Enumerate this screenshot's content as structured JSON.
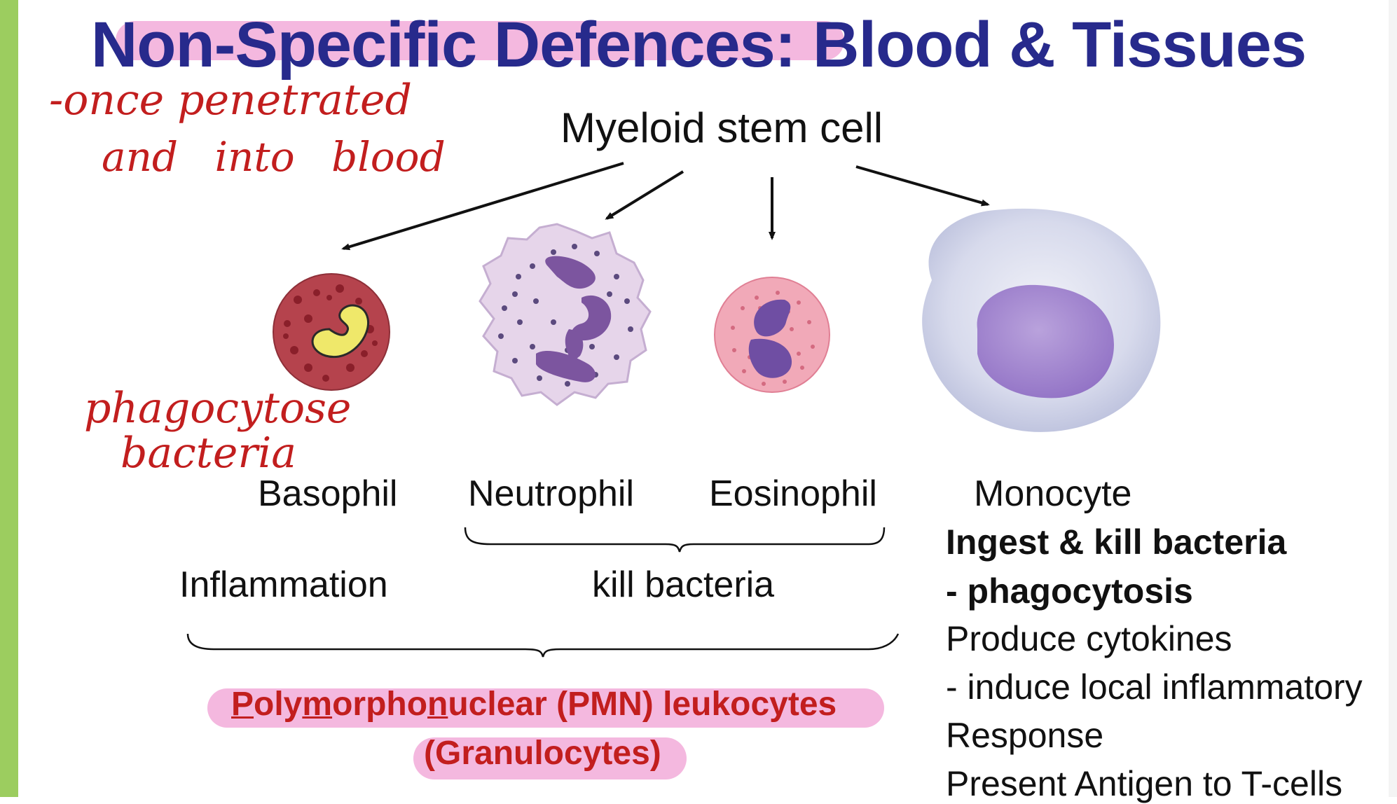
{
  "title": "Non-Specific Defences: Blood & Tissues",
  "handwritten_notes": {
    "line1": "-once penetrated",
    "line2": "and into blood",
    "line3": "phagocytose",
    "line4": "bacteria"
  },
  "stem_cell": "Myeloid stem cell",
  "cells": {
    "basophil": "Basophil",
    "neutrophil": "Neutrophil",
    "eosinophil": "Eosinophil",
    "monocyte": "Monocyte"
  },
  "roles": {
    "inflammation": "Inflammation",
    "kill": "kill bacteria"
  },
  "monocyte_functions": [
    "Ingest & kill bacteria",
    "- phagocytosis",
    "Produce cytokines",
    "- induce local inflammatory",
    "Response",
    "Present Antigen to T-cells"
  ],
  "pmn": {
    "p": "P",
    "part1": "oly",
    "m": "m",
    "part2": "orpho",
    "n": "n",
    "part3": "uclear (PMN) leukocytes",
    "line2": "(Granulocytes)"
  },
  "colors": {
    "title": "#272a8c",
    "handwriting": "#c21e1e",
    "highlight": "#f4b8df",
    "accent_bar": "#9ccd5f"
  }
}
